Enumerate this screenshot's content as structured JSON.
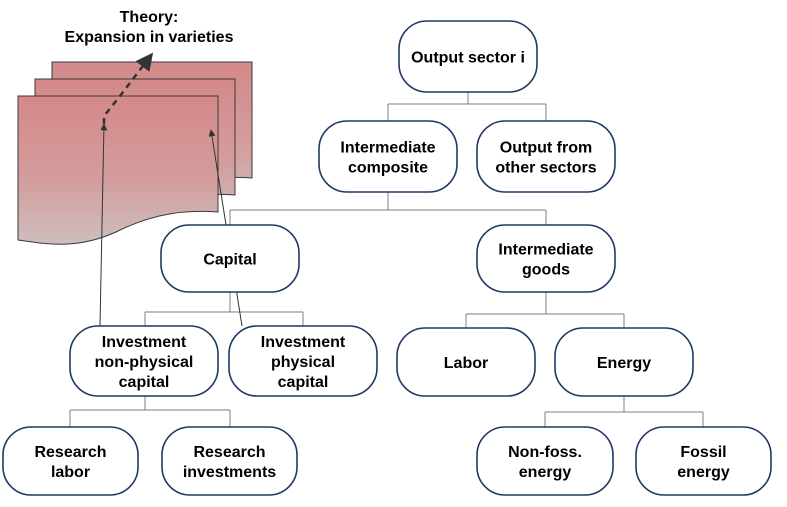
{
  "theory": {
    "line1": "Theory:",
    "line2": "Expansion in varieties"
  },
  "nodes": {
    "output_sector": [
      "Output sector i"
    ],
    "intermediate_composite": [
      "Intermediate",
      "composite"
    ],
    "output_other_sectors": [
      "Output from",
      "other sectors"
    ],
    "capital": [
      "Capital"
    ],
    "intermediate_goods": [
      "Intermediate",
      "goods"
    ],
    "investment_nonphysical": [
      "Investment",
      "non-physical",
      "capital"
    ],
    "investment_physical": [
      "Investment",
      "physical",
      "capital"
    ],
    "labor": [
      "Labor"
    ],
    "energy": [
      "Energy"
    ],
    "research_labor": [
      "Research",
      "labor"
    ],
    "research_investments": [
      "Research",
      "investments"
    ],
    "nonfossil_energy": [
      "Non-foss.",
      "energy"
    ],
    "fossil_energy": [
      "Fossil",
      "energy"
    ]
  },
  "colors": {
    "node_border": "#1f3864",
    "connector": "#7f7f7f",
    "doc_top": "#d4898a",
    "doc_bottom": "#cdbebe"
  }
}
